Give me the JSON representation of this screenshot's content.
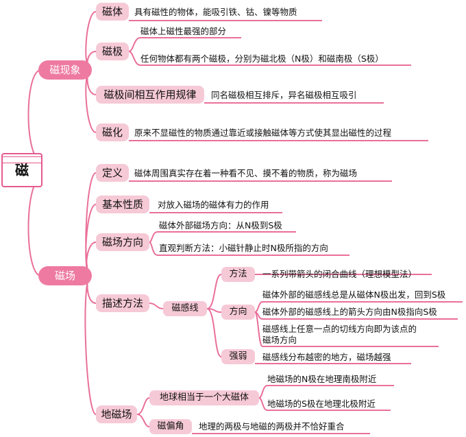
{
  "root": "磁",
  "magnetism": {
    "title": "磁现象",
    "magnet": {
      "label": "磁体",
      "desc": "具有磁性的物体，能吸引铁、钴、镍等物质"
    },
    "pole": {
      "label": "磁极",
      "desc1": "磁体上磁性最强的部分",
      "desc2": "任何物体都有两个磁极，分别为磁北极（N极）和磁南极（S极）"
    },
    "interaction": {
      "label": "磁极间相互作用规律",
      "desc": "同名磁极相互排斥，异名磁极相互吸引"
    },
    "magnetization": {
      "label": "磁化",
      "desc": "原来不显磁性的物质通过靠近或接触磁体等方式使其显出磁性的过程"
    }
  },
  "field": {
    "title": "磁场",
    "definition": {
      "label": "定义",
      "desc": "磁体周围真实存在着一种看不见、摸不着的物质，称为磁场"
    },
    "property": {
      "label": "基本性质",
      "desc": "对放入磁场的磁体有力的作用"
    },
    "direction": {
      "label": "磁场方向",
      "desc1": "磁体外部磁场方向：从N极到S极",
      "desc2": "直观判断方法：小磁针静止时N极所指的方向"
    },
    "describe": {
      "label": "描述方法",
      "lines": {
        "label": "磁感线",
        "method": {
          "label": "方法",
          "desc": "一系列带箭头的闭合曲线（理想模型法）"
        },
        "dir": {
          "label": "方向",
          "desc1": "磁体外部的磁感线总是从磁体N极出发，回到S极",
          "desc2": "磁体外部的磁感线上的箭头方向由N极指向S极",
          "desc3a": "磁感线上任意一点的切线方向即为该点的",
          "desc3b": "磁场方向"
        },
        "strength": {
          "label": "强弱",
          "desc": "磁感线分布越密的地方，磁场越强"
        }
      }
    },
    "earth": {
      "label": "地磁场",
      "big_magnet": {
        "label": "地球相当于一个大磁体",
        "desc1": "地磁场的N极在地理南极附近",
        "desc2": "地磁场的S极在地理北极附近"
      },
      "declination": {
        "label": "磁偏角",
        "desc": "地理的两极与地磁的两极并不恰好重合"
      }
    }
  },
  "colors": {
    "line": "#e96f9a",
    "pill": "#f6c9d7",
    "big_pill": "#ee7aa2",
    "root_border": "#e45a8e"
  }
}
